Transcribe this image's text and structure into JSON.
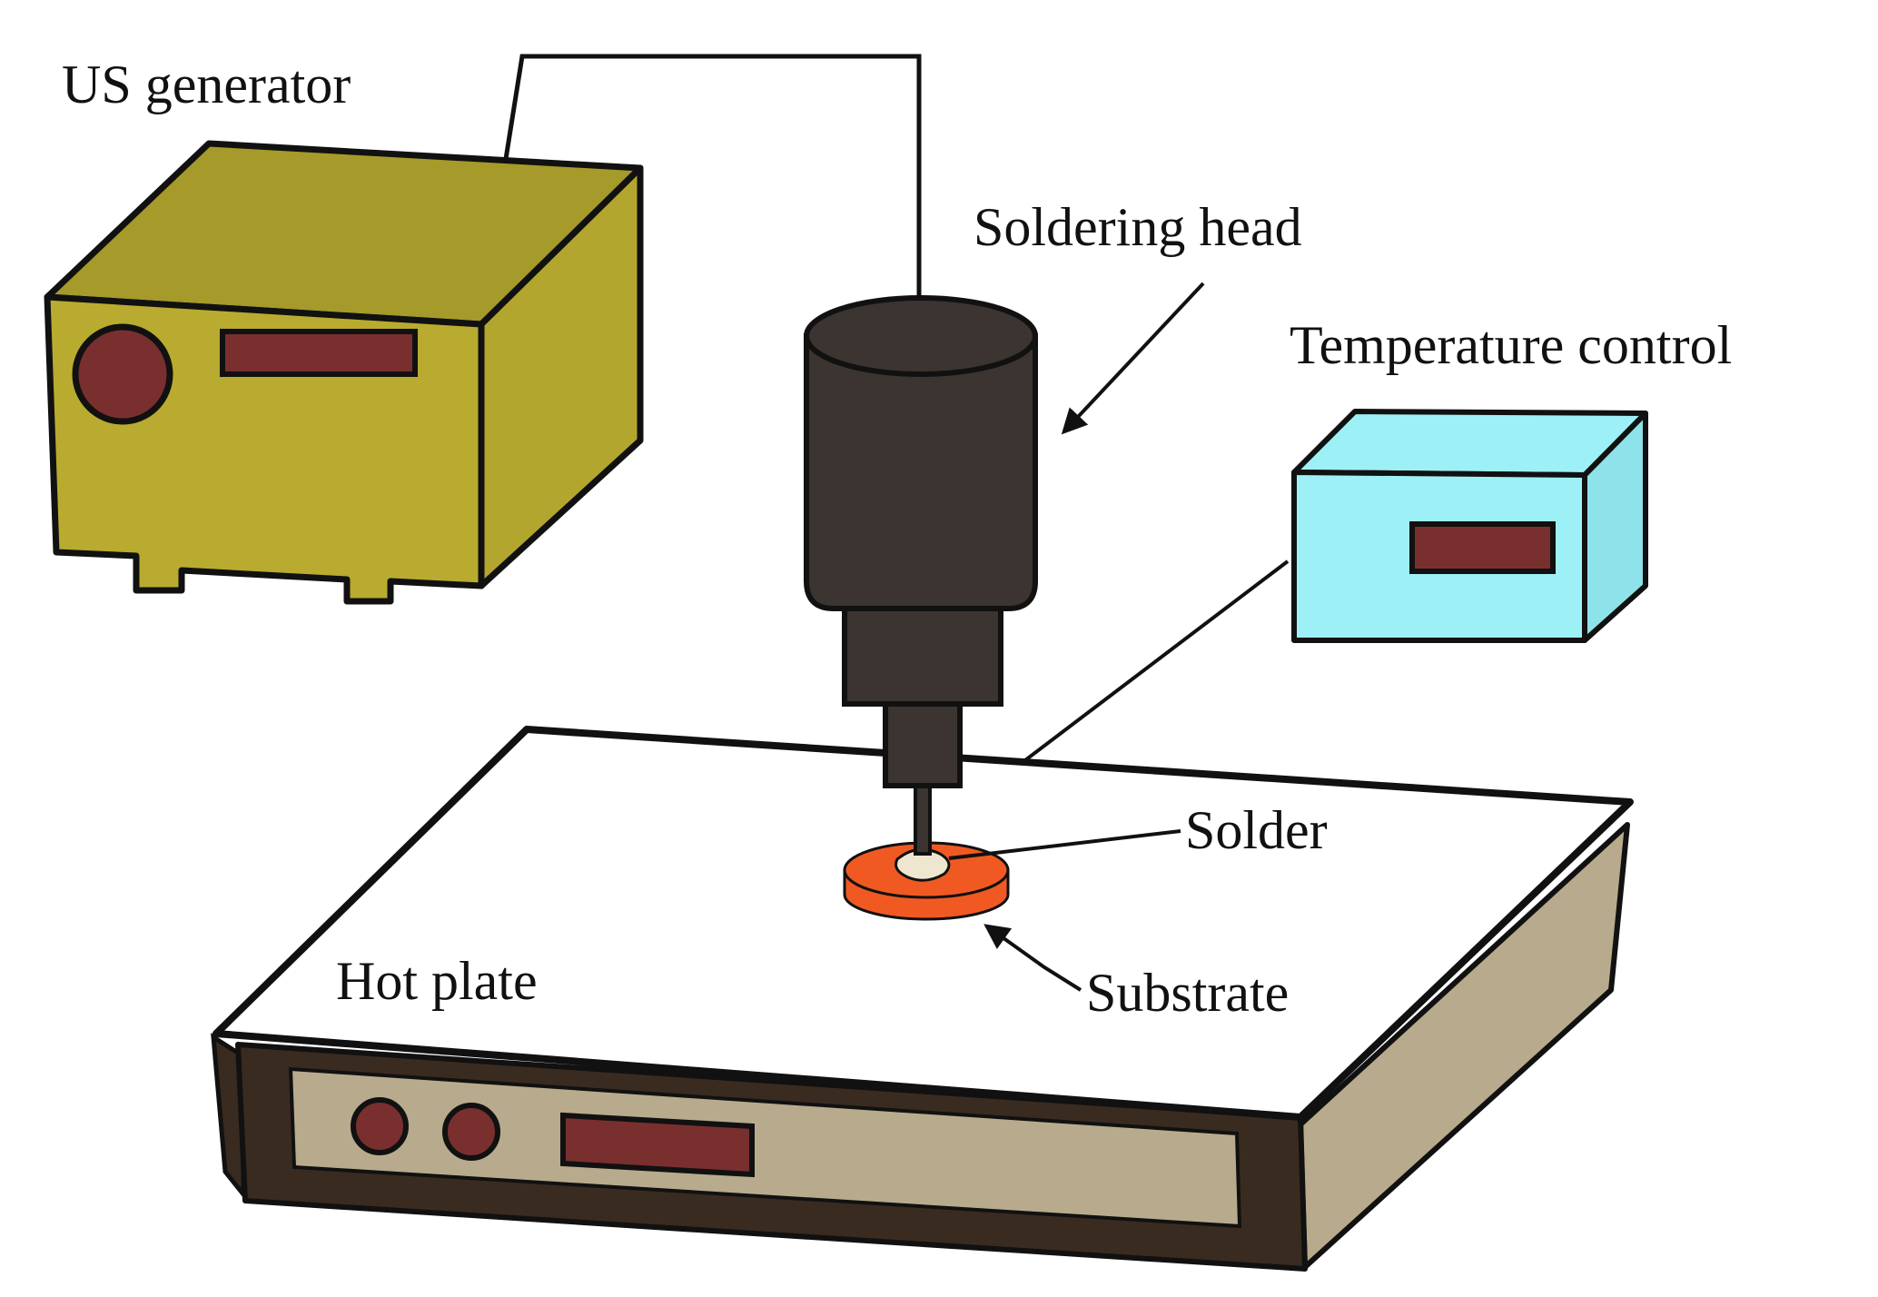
{
  "labels": {
    "us_generator": "US generator",
    "soldering_head": "Soldering head",
    "temperature_control": "Temperature control",
    "solder": "Solder",
    "substrate": "Substrate",
    "hot_plate": "Hot plate"
  },
  "colors": {
    "outline": "#111111",
    "us_generator_front": "#b9ab2f",
    "us_generator_top": "#a59a2a",
    "us_generator_side": "#b3a62e",
    "panel_accent": "#7a2f2f",
    "soldering_head": "#3b3430",
    "temperature_control_front": "#9ef0f7",
    "temperature_control_side": "#8ee2ea",
    "hot_plate_top": "#ffffff",
    "hot_plate_rim": "#3a2b20",
    "hot_plate_panel": "#b8aa8c",
    "substrate": "#f05a22",
    "solder": "#efe6cf"
  },
  "icons": {
    "us_generator": "box-device",
    "soldering_head": "cylinder-transducer",
    "temperature_control": "box-controller",
    "hot_plate": "heating-platform",
    "substrate": "disc",
    "solder": "blob"
  }
}
